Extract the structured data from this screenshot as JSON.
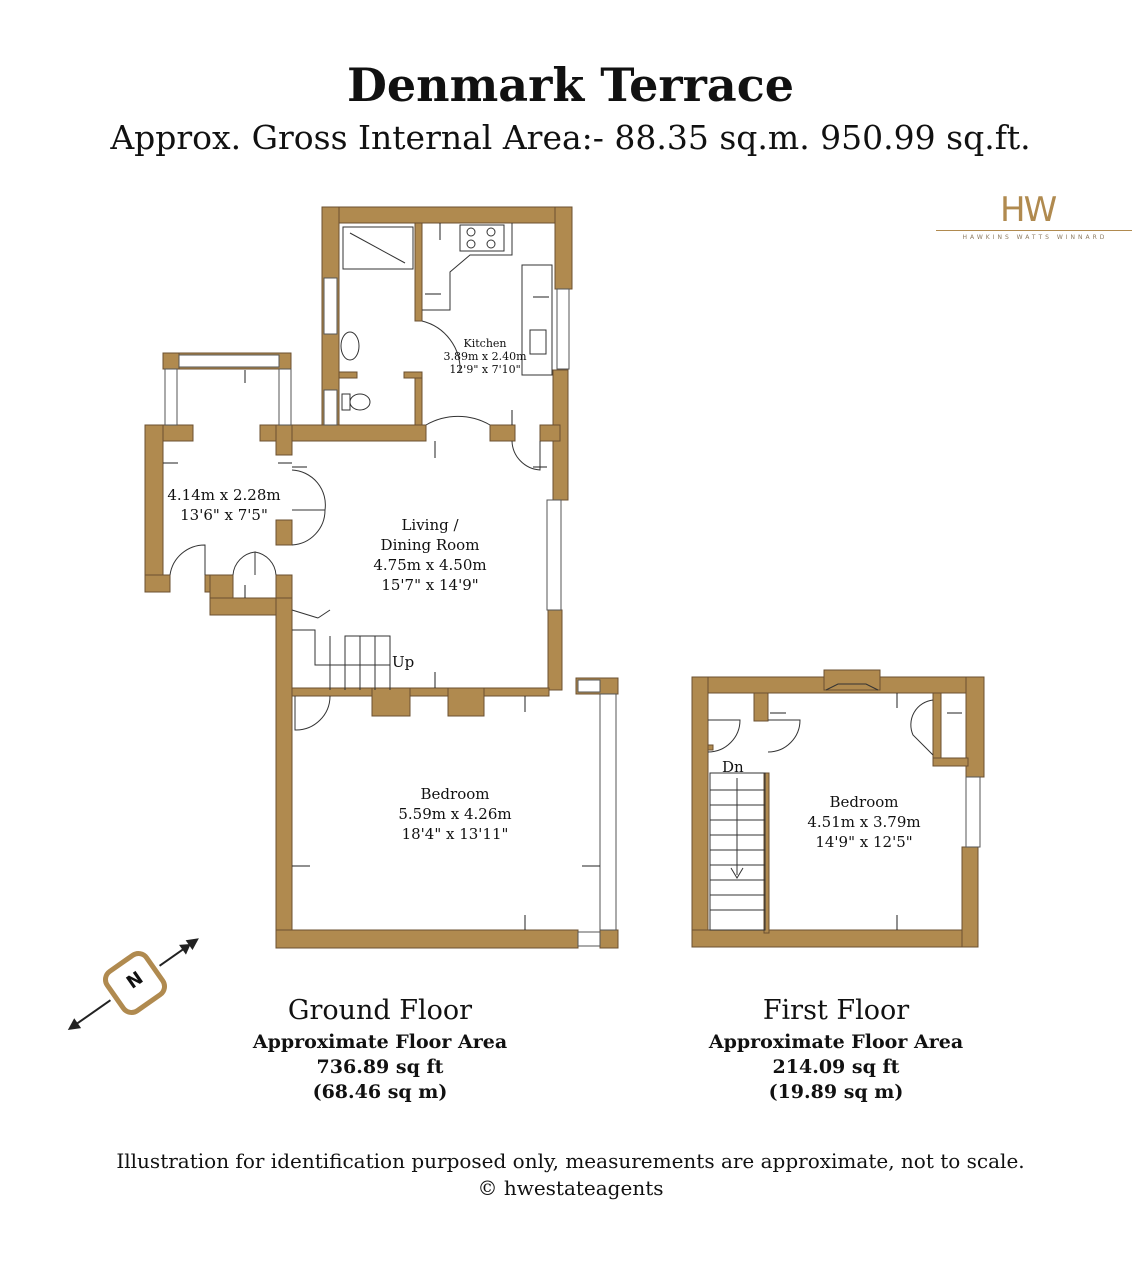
{
  "header": {
    "title": "Denmark Terrace",
    "subtitle": "Approx. Gross Internal Area:- 88.35 sq.m. 950.99 sq.ft."
  },
  "brand": {
    "logo_mark": "HW",
    "logo_text": "HAWKINS WATTS WINNARD",
    "color": "#b08a4f"
  },
  "colors": {
    "wall": "#b08a4f",
    "wall_stroke": "#6b5030"
  },
  "ground_floor": {
    "name": "Ground Floor",
    "area_label": "Approximate Floor Area",
    "area_sqft": "736.89 sq ft",
    "area_sqm": "(68.46 sq m)",
    "rooms": {
      "kitchen": {
        "name": "Kitchen",
        "metric": "3.89m x 2.40m",
        "imperial": "12'9\" x 7'10\""
      },
      "front_room": {
        "metric": "4.14m x 2.28m",
        "imperial": "13'6\" x 7'5\""
      },
      "living": {
        "name_line1": "Living /",
        "name_line2": "Dining Room",
        "metric": "4.75m x 4.50m",
        "imperial": "15'7\" x 14'9\""
      },
      "bedroom": {
        "name": "Bedroom",
        "metric": "5.59m x 4.26m",
        "imperial": "18'4\" x 13'11\""
      }
    },
    "stairs_label": "Up"
  },
  "first_floor": {
    "name": "First Floor",
    "area_label": "Approximate Floor Area",
    "area_sqft": "214.09 sq ft",
    "area_sqm": "(19.89 sq m)",
    "rooms": {
      "bedroom": {
        "name": "Bedroom",
        "metric": "4.51m x 3.79m",
        "imperial": "14'9\" x 12'5\""
      }
    },
    "stairs_label": "Dn"
  },
  "compass": {
    "label": "N",
    "icon": "compass-icon"
  },
  "footer": {
    "disclaimer": "Illustration for identification purposed only, measurements are approximate, not to scale.",
    "copyright": "© hwestateagents"
  }
}
